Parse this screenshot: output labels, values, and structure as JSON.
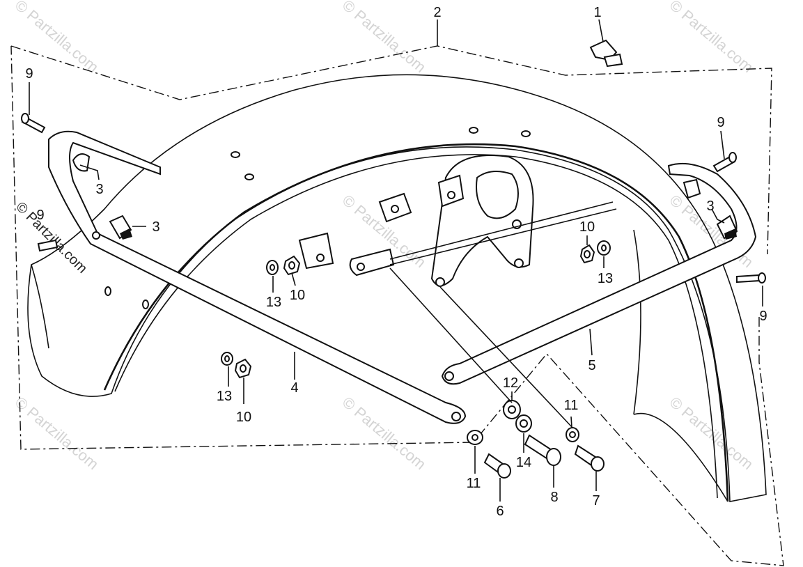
{
  "watermark": "© Partzilla.com",
  "callouts": {
    "c1": "1",
    "c2": "2",
    "c3a": "3",
    "c3b": "3",
    "c3c": "3",
    "c4": "4",
    "c5": "5",
    "c6": "6",
    "c7": "7",
    "c8": "8",
    "c9a": "9",
    "c9b": "9",
    "c9c": "9",
    "c9d": "9",
    "c10a": "10",
    "c10b": "10",
    "c10c": "10",
    "c11a": "11",
    "c11b": "11",
    "c12": "12",
    "c13a": "13",
    "c13b": "13",
    "c13c": "13",
    "c14": "14"
  }
}
